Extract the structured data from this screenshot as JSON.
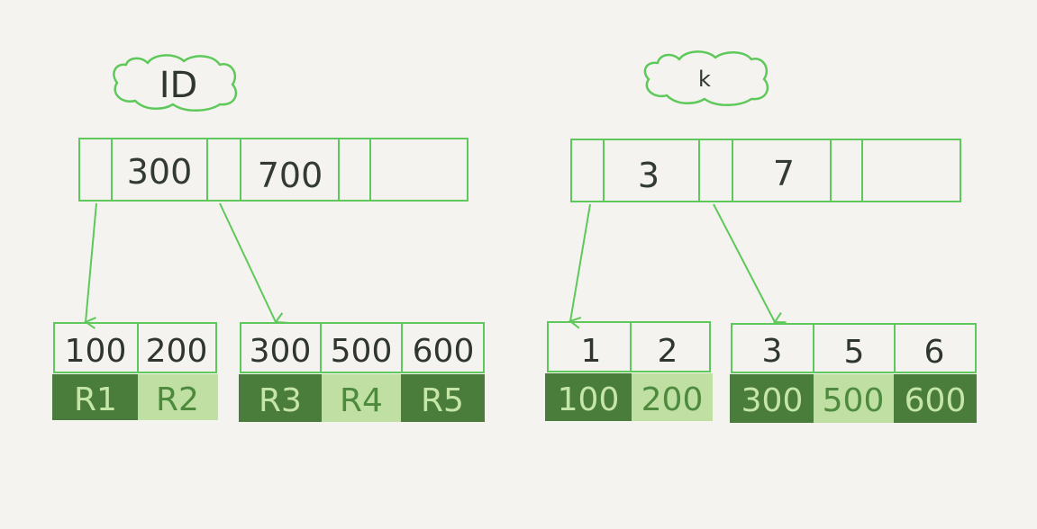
{
  "colors": {
    "background": "#f4f3ef",
    "line": "#5ec95a",
    "dark_cell": "#4a7d3b",
    "light_cell": "#bfe0a2",
    "dark_cell_text": "#c6e6a8",
    "light_cell_text": "#4e8a3e"
  },
  "primary_index": {
    "label": "ID",
    "root_keys": [
      "300",
      "700"
    ],
    "leaves": [
      {
        "keys": [
          "100",
          "200"
        ],
        "rows": [
          "R1",
          "R2"
        ]
      },
      {
        "keys": [
          "300",
          "500",
          "600"
        ],
        "rows": [
          "R3",
          "R4",
          "R5"
        ]
      }
    ]
  },
  "secondary_index": {
    "label": "k",
    "root_keys": [
      "3",
      "7"
    ],
    "leaves": [
      {
        "keys": [
          "1",
          "2"
        ],
        "rows": [
          "100",
          "200"
        ]
      },
      {
        "keys": [
          "3",
          "5",
          "6"
        ],
        "rows": [
          "300",
          "500",
          "600"
        ]
      }
    ]
  }
}
